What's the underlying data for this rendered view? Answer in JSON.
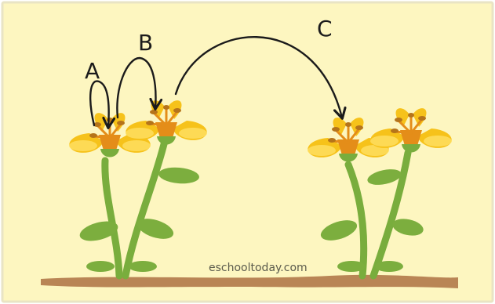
{
  "labels": {
    "a": "A",
    "b": "B",
    "c": "C"
  },
  "watermark": "eschooltoday.com",
  "colors": {
    "background": "#fdf6c0",
    "border": "#e9e4c4",
    "soil": "#b98555",
    "stem": "#79ad3d",
    "leaf": "#7cae3e",
    "petal": "#f6c21a",
    "petal_light": "#ffe26a",
    "center": "#e48d19",
    "anther": "#b5741a",
    "arrow": "#1b1b1b"
  },
  "icons": [
    "flower-icon",
    "arrow-icon"
  ]
}
